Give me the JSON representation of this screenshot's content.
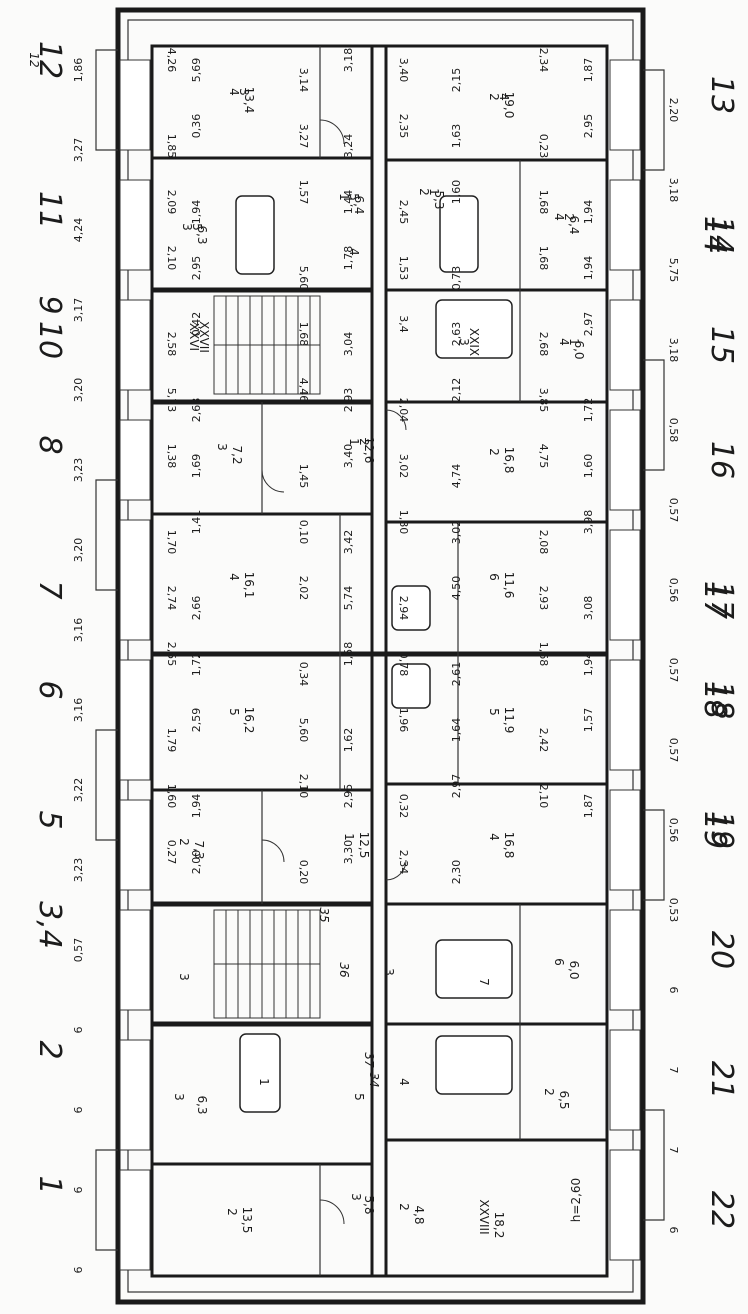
{
  "room_numbers": [
    "4",
    "2",
    "1",
    "3",
    "2",
    "4",
    "3",
    "XXVI",
    "4",
    "1",
    "2",
    "3",
    "4",
    "6",
    "5",
    "5",
    "2",
    "1",
    "4",
    "3",
    "6",
    "7",
    "3",
    "2",
    "1",
    "2",
    "XXVIII",
    "3",
    "4",
    "5",
    "4",
    "2",
    "3",
    "3",
    "4",
    "5",
    "5",
    "1",
    "2",
    "XXIX",
    "XXVII",
    "1",
    "2"
  ],
  "room_areas": [
    "13,4",
    "19,0",
    "6,4",
    "6,3",
    "5,3",
    "6,4",
    "6,0",
    "7,2",
    "12,6",
    "16,8",
    "16,1",
    "11,6",
    "16,2",
    "11,9",
    "7,3",
    "12,5",
    "16,8",
    "6,0",
    "6,3",
    "6,5",
    "13,5",
    "18,2",
    "5,8",
    "4,8"
  ],
  "dims": [
    "4,26",
    "5,69",
    "3,14",
    "3,18",
    "3,40",
    "2,15",
    "2,34",
    "1,87",
    "1,85",
    "0,36",
    "3,27",
    "3,24",
    "2,35",
    "1,63",
    "0,23",
    "2,95",
    "2,09",
    "1,94",
    "1,57",
    "1,44",
    "2,45",
    "1,60",
    "1,68",
    "1,94",
    "2,10",
    "2,95",
    "5,60",
    "1,78",
    "1,53",
    "0,73",
    "1,68",
    "1,94",
    "2,58",
    "0,42",
    "1,68",
    "3,04",
    "3,4",
    "2,63",
    "2,68",
    "2,97",
    "5,73",
    "2,68",
    "4,46",
    "2,93",
    "2,04",
    "2,12",
    "3,85",
    "1,72",
    "1,38",
    "1,69",
    "1,45",
    "3,40",
    "3,02",
    "4,74",
    "4,75",
    "1,60",
    "1,70",
    "1,41",
    "0,10",
    "3,42",
    "1,80",
    "3,02",
    "2,08",
    "3,98",
    "2,74",
    "2,66",
    "2,02",
    "5,74",
    "2,94",
    "4,50",
    "2,93",
    "3,08",
    "2,55",
    "1,72",
    "0,34",
    "1,58",
    "0,78",
    "2,61",
    "1,68",
    "1,94",
    "1,79",
    "2,59",
    "5,60",
    "1,62",
    "1,96",
    "1,64",
    "2,42",
    "1,57",
    "1,60",
    "1,94",
    "2,10",
    "2,95",
    "0,32",
    "2,97",
    "2,10",
    "1,87",
    "0,27",
    "2,00",
    "0,20",
    "3,30",
    "2,34",
    "2,30",
    "1,86",
    "2,20",
    "3,27",
    "3,18",
    "4,24",
    "5,75",
    "3,17",
    "3,18",
    "3,20",
    "0,58",
    "3,23",
    "0,57",
    "3,20",
    "0,56",
    "3,16",
    "0,57",
    "3,16",
    "0,57",
    "3,22",
    "0,56",
    "3,23",
    "0,53",
    "0,57",
    "6",
    "6",
    "7",
    "6",
    "7",
    "6",
    "6",
    "6"
  ],
  "height_note": "h=2,60",
  "handwritten_numbers": [
    "12",
    "11",
    "9",
    "10",
    "8",
    "7",
    "6",
    "5",
    "3,4",
    "2",
    "1",
    "13",
    "14",
    "15",
    "16",
    "17",
    "18",
    "19",
    "20",
    "21",
    "22",
    "19",
    "18",
    "17",
    "14",
    "12",
    "34",
    "35",
    "36",
    "37"
  ]
}
